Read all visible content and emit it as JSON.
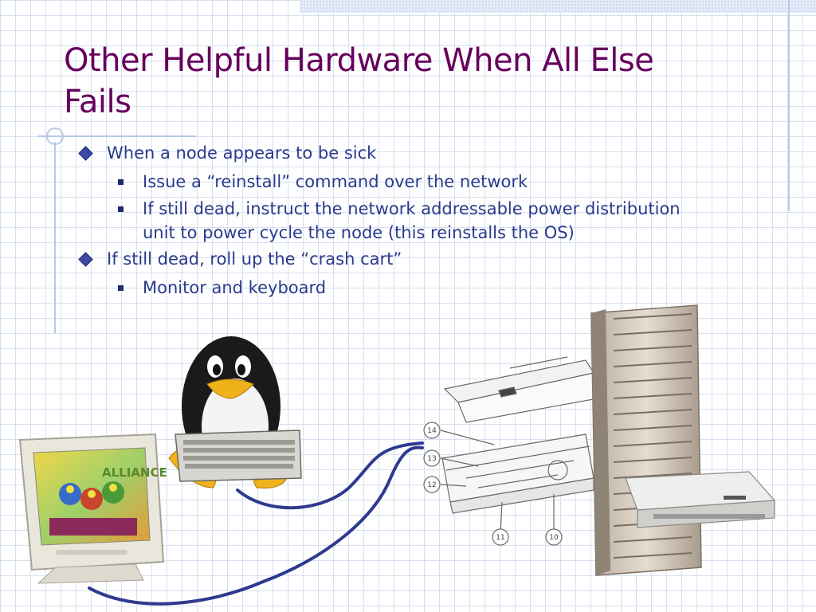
{
  "slide": {
    "title": "Other Helpful Hardware When All Else Fails",
    "bullets": {
      "b1": "When a node appears to be sick",
      "b1_1": "Issue a “reinstall” command over the network",
      "b1_2": "If still dead, instruct the network addressable power distribution unit to power cycle the node (this reinstalls the OS)",
      "b2": "If still dead, roll up the “crash cart”",
      "b2_1": "Monitor and keyboard"
    },
    "illustrations": {
      "monitor_screen_text": "ALLIANCE",
      "diagram_callouts": [
        "14",
        "13",
        "12",
        "11",
        "10"
      ]
    },
    "colors": {
      "title": "#66005c",
      "body_text": "#2a3a8c",
      "grid": "#d6e0ef",
      "cable": "#2e3a8f"
    }
  }
}
